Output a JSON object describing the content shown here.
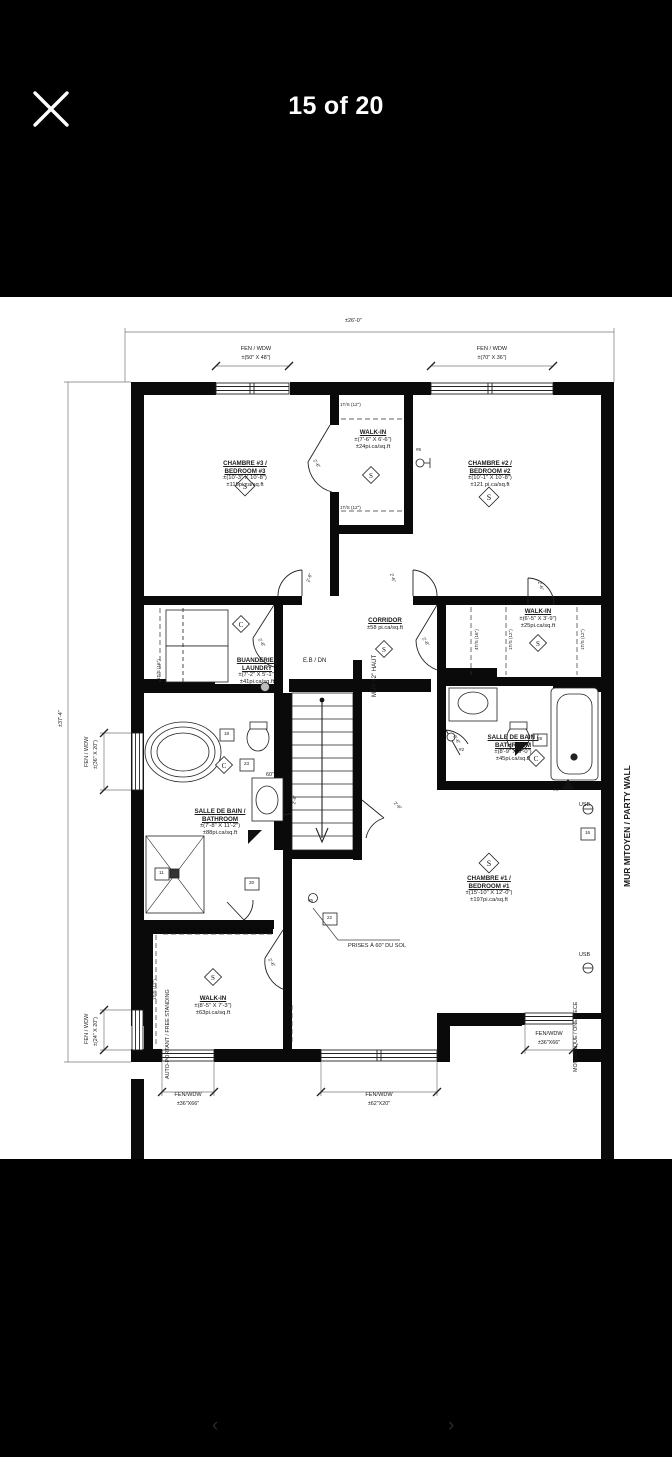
{
  "header": {
    "counter": "15 of 20",
    "close_icon": "close-icon"
  },
  "footer": {
    "prev_icon": "chevron-left-icon",
    "prev_label": "‹",
    "next_icon": "chevron-right-icon",
    "next_label": "›"
  },
  "plan": {
    "overall_width": "±26'-0\"",
    "overall_height": "±37'-4\"",
    "party_wall": "MUR MITOYEN / PARTY WALL",
    "stair_note": "MUR 42\" HAUT",
    "stair_label": "E.B / DN",
    "outlet_note": "PRISES À 60\" DU SOL",
    "sink_width": "60\"",
    "rooms": [
      {
        "id": "bedroom-3",
        "name_fr": "CHAMBRE #3 /",
        "name_en": "BEDROOM #3",
        "dims": "±(10'-3\" X 10'-8\")",
        "area": "±115pi.ca/sq.ft"
      },
      {
        "id": "bedroom-2",
        "name_fr": "CHAMBRE #2 /",
        "name_en": "BEDROOM #2",
        "dims": "±(10'-1\" X 10'-8\")",
        "area": "±121 pi.ca/sq.ft"
      },
      {
        "id": "bedroom-1",
        "name_fr": "CHAMBRE #1 /",
        "name_en": "BEDROOM #1",
        "dims": "±(15'-10\" X 12'-0\")",
        "area": "±197pi.ca/sq.ft"
      },
      {
        "id": "walkin-top",
        "name_fr": "WALK-IN",
        "name_en": "",
        "dims": "±(7'-6\" X 6'-6\")",
        "area": "±24pi.ca/sq.ft"
      },
      {
        "id": "walkin-right",
        "name_fr": "WALK-IN",
        "name_en": "",
        "dims": "±(6'-5\" X 3'-9\")",
        "area": "±25pi.ca/sq.ft"
      },
      {
        "id": "walkin-bottom",
        "name_fr": "WALK-IN",
        "name_en": "",
        "dims": "±(8'-5\" X 7'-3\")",
        "area": "±63pi.ca/sq.ft"
      },
      {
        "id": "laundry",
        "name_fr": "BUANDERIE /",
        "name_en": "LAUNDRY",
        "dims": "±(7'-2\" X 5'-1\")",
        "area": "±41pi.ca/sq.ft"
      },
      {
        "id": "bathroom-main",
        "name_fr": "SALLE DE BAIN /",
        "name_en": "BATHROOM",
        "dims": "±(7'-8\" X 11'-2\")",
        "area": "±88pi.ca/sq.ft"
      },
      {
        "id": "bathroom-ensuite",
        "name_fr": "SALLE DE BAIN /",
        "name_en": "BATHROOM",
        "dims": "±(8'-9\" X 5'-0\")",
        "area": "±45pi.ca/sq.ft"
      },
      {
        "id": "corridor",
        "name_fr": "CORRIDOR",
        "name_en": "",
        "dims": "",
        "area": "±58 pi.ca/sq.ft"
      }
    ],
    "windows": [
      {
        "id": "win-top-left",
        "label": "FEN / WDW",
        "size": "±(50\" X 48\")"
      },
      {
        "id": "win-top-right",
        "label": "FEN / WDW",
        "size": "±(70\" X 36\")"
      },
      {
        "id": "win-left-upper",
        "label": "FEN / WDW",
        "size": "±(36\" X 20\")"
      },
      {
        "id": "win-left-lower",
        "label": "FEN / WDW",
        "size": "±(24\" X 20\")"
      },
      {
        "id": "win-bottom-left",
        "label": "FEN/WDW",
        "size": "±36\"X66\""
      },
      {
        "id": "win-bottom-mid",
        "label": "FEN/WDW",
        "size": "±62\"X20\""
      },
      {
        "id": "win-bottom-right",
        "label": "FEN/WDW",
        "size": "±36\"X66\""
      }
    ],
    "shelf_notes": [
      {
        "id": "shelf-walkin-top-a",
        "text": "1T/S (12\")"
      },
      {
        "id": "shelf-walkin-top-b",
        "text": "1T/S (12\")"
      },
      {
        "id": "shelf-laundry",
        "text": "1T/S (16\")"
      },
      {
        "id": "shelf-closet-mid",
        "text": "4T/S (16\")"
      },
      {
        "id": "shelf-closet-mid-b",
        "text": "1T/S (12\")"
      },
      {
        "id": "shelf-walkin-right",
        "text": "1T/S (12\")"
      },
      {
        "id": "shelf-walkin-bottom",
        "text": "1T/S (12\")"
      }
    ],
    "door_tags": [
      {
        "id": "door-bed3",
        "text": "2'-6\""
      },
      {
        "id": "door-bed3-hall",
        "text": "2'-6\""
      },
      {
        "id": "door-bed2-hall",
        "text": "2'-6\""
      },
      {
        "id": "door-bed2-closet",
        "text": "2'-6\""
      },
      {
        "id": "door-laundry",
        "text": "2'-6\""
      },
      {
        "id": "door-corr-bath",
        "text": "2'-6\""
      },
      {
        "id": "door-ensuite",
        "text": "2'-6\""
      },
      {
        "id": "door-bath-main",
        "text": "2'-6\""
      },
      {
        "id": "door-walkin-bot",
        "text": "2'-6\""
      },
      {
        "id": "door-stair",
        "text": "2'-6\""
      }
    ],
    "fixture_tags": [
      {
        "id": "tub-main-label",
        "text": "AUTO-PORTANT / FREE STANDING"
      },
      {
        "id": "tub-ensuite-label",
        "text": "MONOCOQUE / ONE PIECE"
      }
    ],
    "outlet_boxes": [
      {
        "id": "box-18",
        "text": "18"
      },
      {
        "id": "box-23",
        "text": "23"
      },
      {
        "id": "box-11",
        "text": "11"
      },
      {
        "id": "box-20",
        "text": "20"
      },
      {
        "id": "box-22",
        "text": "22"
      },
      {
        "id": "box-28",
        "text": "28"
      },
      {
        "id": "box-16",
        "text": "16"
      }
    ],
    "markers": [
      {
        "id": "marker-6",
        "text": "#6"
      },
      {
        "id": "marker-5",
        "text": "#5"
      },
      {
        "id": "marker-2",
        "text": "#2"
      },
      {
        "id": "marker-4",
        "text": "#4"
      },
      {
        "id": "usb-right-upper",
        "text": "USB"
      },
      {
        "id": "usb-right-lower",
        "text": "USB"
      }
    ]
  }
}
